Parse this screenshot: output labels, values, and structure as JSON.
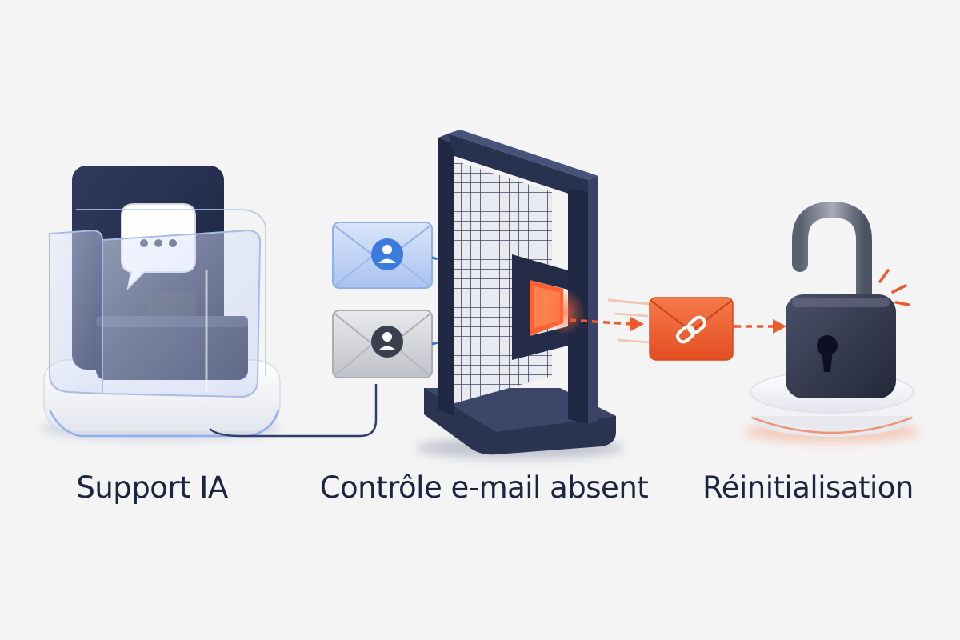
{
  "steps": [
    {
      "label": "Support IA"
    },
    {
      "label": "Contrôle e-mail absent"
    },
    {
      "label": "Réinitialisation"
    }
  ],
  "colors": {
    "navy": "#2c3550",
    "blue": "#3b7be0",
    "orange": "#ee5a2c",
    "grey": "#c9ccd2",
    "background": "#f4f4f5"
  }
}
